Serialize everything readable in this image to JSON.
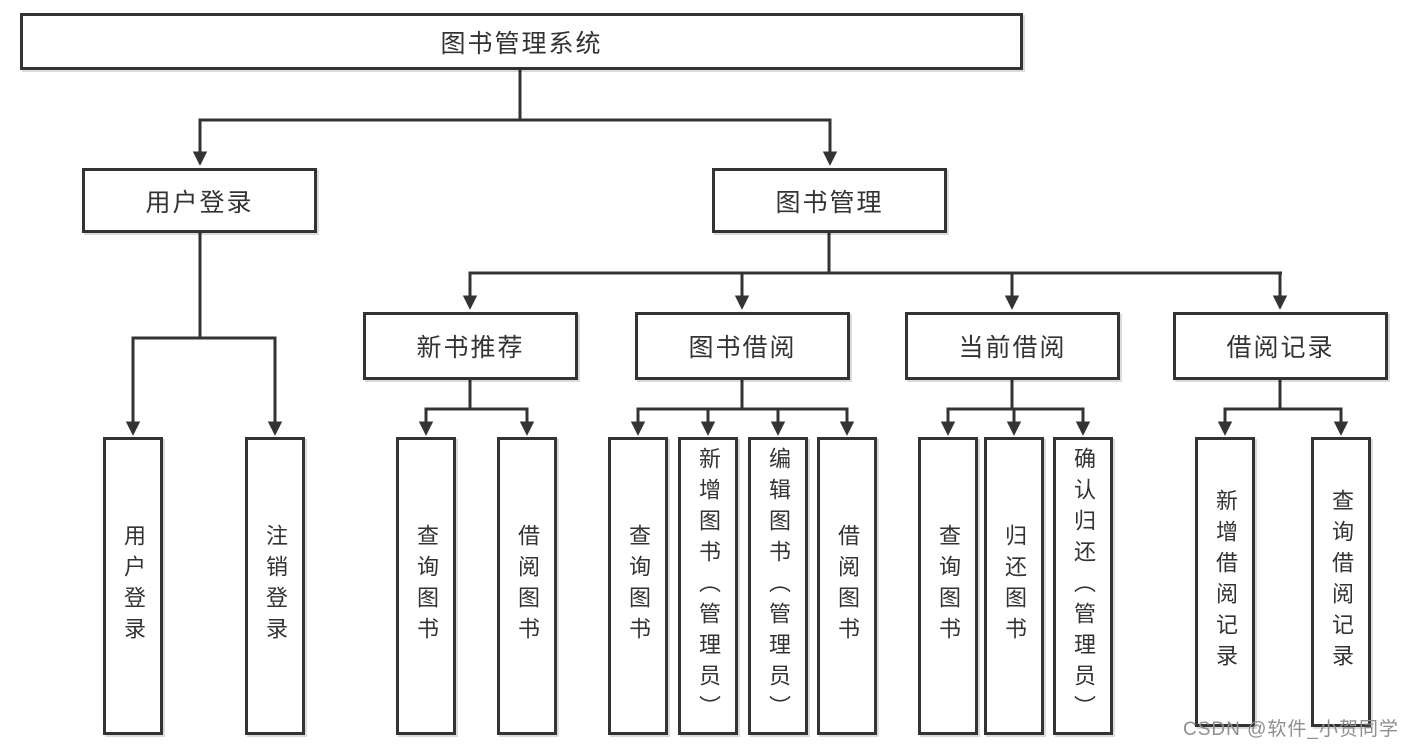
{
  "title": "图书管理系统",
  "watermark": "CSDN @软件_小贺同学",
  "colors": {
    "line": "#333333",
    "box_border": "#333333",
    "box_background": "#ffffff",
    "text": "#333333",
    "page_background": "#ffffff",
    "watermark": "#8f8f8f"
  },
  "tree": {
    "root": {
      "label": "图书管理系统",
      "children": [
        {
          "label": "用户登录",
          "children": [
            {
              "label": "用户登录"
            },
            {
              "label": "注销登录"
            }
          ]
        },
        {
          "label": "图书管理",
          "children": [
            {
              "label": "新书推荐",
              "children": [
                {
                  "label": "查询图书"
                },
                {
                  "label": "借阅图书"
                }
              ]
            },
            {
              "label": "图书借阅",
              "children": [
                {
                  "label": "查询图书"
                },
                {
                  "label": "新增图书（管理员）"
                },
                {
                  "label": "编辑图书（管理员）"
                },
                {
                  "label": "借阅图书"
                }
              ]
            },
            {
              "label": "当前借阅",
              "children": [
                {
                  "label": "查询图书"
                },
                {
                  "label": "归还图书"
                },
                {
                  "label": "确认归还（管理员）"
                }
              ]
            },
            {
              "label": "借阅记录",
              "children": [
                {
                  "label": "新增借阅记录"
                },
                {
                  "label": "查询借阅记录"
                }
              ]
            }
          ]
        }
      ]
    }
  }
}
